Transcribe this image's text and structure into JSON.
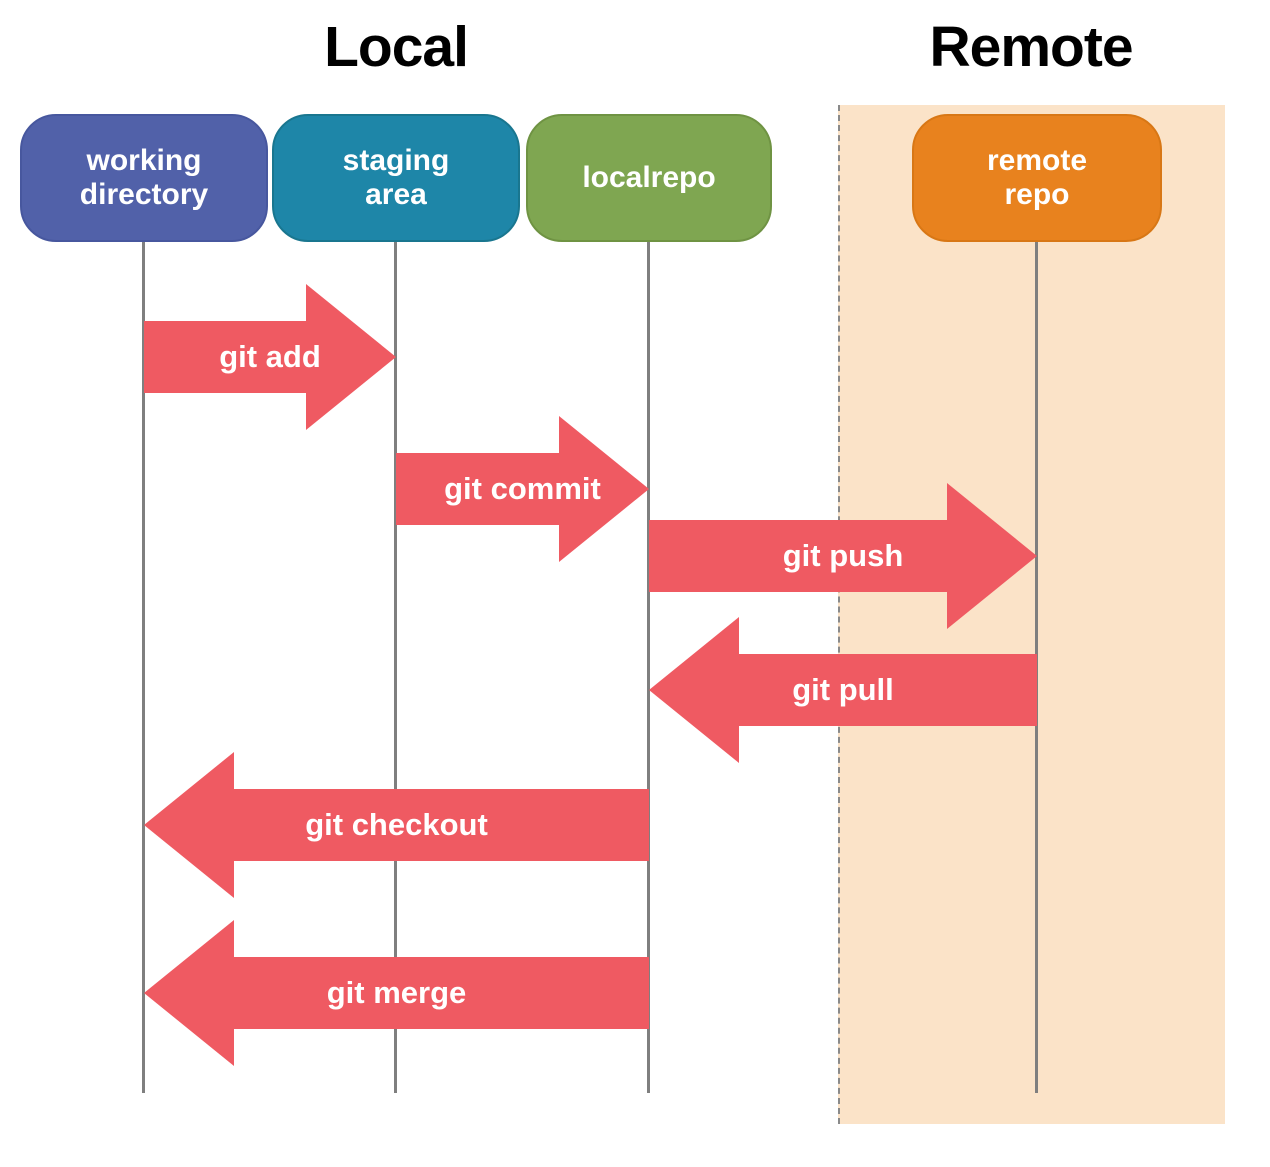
{
  "sections": {
    "local": {
      "title": "Local"
    },
    "remote": {
      "title": "Remote"
    }
  },
  "nodes": {
    "working_directory": {
      "label": "working\ndirectory",
      "color": "#5161a9"
    },
    "staging_area": {
      "label": "staging\narea",
      "color": "#1e86a8"
    },
    "localrepo": {
      "label": "localrepo",
      "color": "#7fa651"
    },
    "remote_repo": {
      "label": "remote\nrepo",
      "color": "#e8821e"
    }
  },
  "arrows": {
    "git_add": {
      "label": "git add",
      "from": "working_directory",
      "to": "staging_area",
      "direction": "right"
    },
    "git_commit": {
      "label": "git commit",
      "from": "staging_area",
      "to": "localrepo",
      "direction": "right"
    },
    "git_push": {
      "label": "git push",
      "from": "localrepo",
      "to": "remote_repo",
      "direction": "right"
    },
    "git_pull": {
      "label": "git pull",
      "from": "remote_repo",
      "to": "localrepo",
      "direction": "left"
    },
    "git_checkout": {
      "label": "git checkout",
      "from": "localrepo",
      "to": "working_directory",
      "direction": "left"
    },
    "git_merge": {
      "label": "git merge",
      "from": "localrepo",
      "to": "working_directory",
      "direction": "left"
    }
  },
  "colors": {
    "arrow": "#ef5a62",
    "remote_panel_background": "#fbe3c8",
    "lifeline": "#7f7f7f",
    "dashed_divider": "#8a8a8a",
    "title_text": "#000000",
    "label_text": "#ffffff"
  }
}
